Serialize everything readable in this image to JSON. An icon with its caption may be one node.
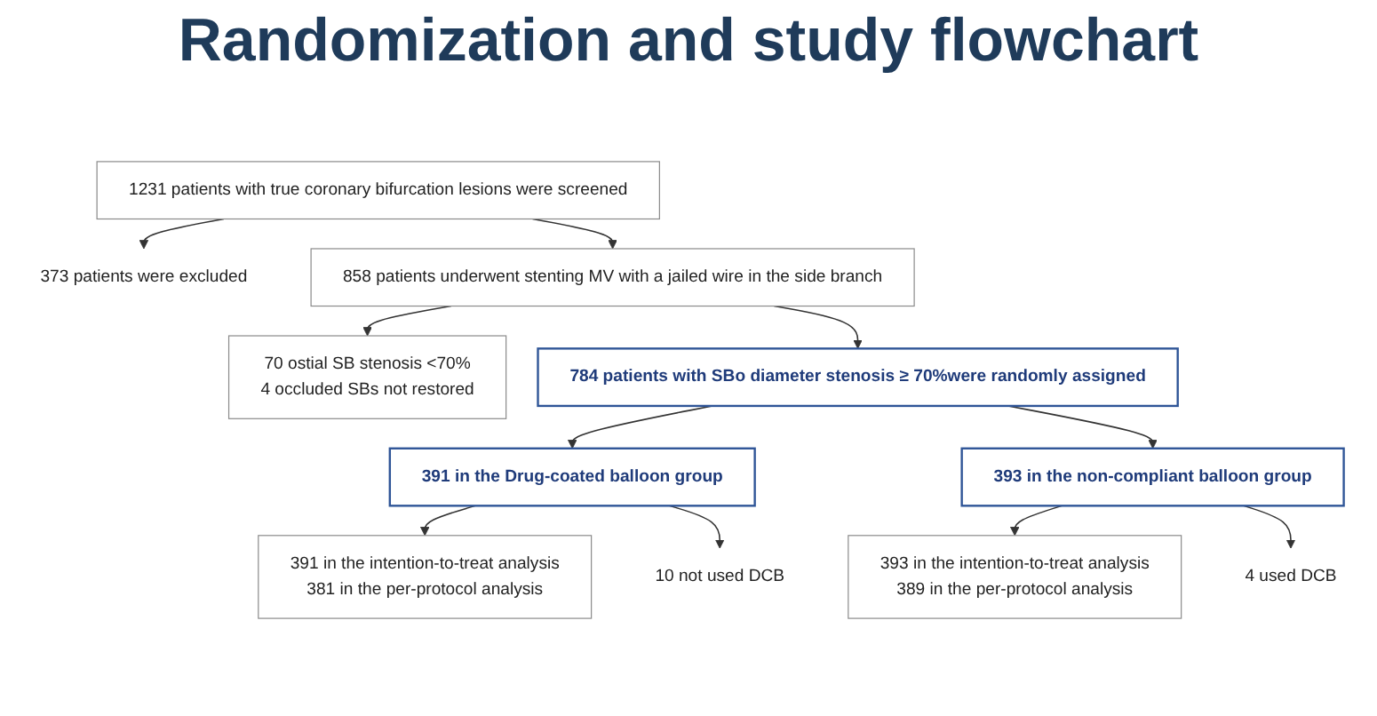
{
  "diagram": {
    "title": "Randomization and study flowchart",
    "nodes": [
      {
        "text": [
          "1231 patients with true coronary bifurcation lesions were screened"
        ]
      },
      {
        "text": [
          "373 patients were excluded"
        ]
      },
      {
        "text": [
          "858 patients underwent stenting MV with a jailed wire in the side branch"
        ]
      },
      {
        "text": [
          "70 ostial SB stenosis <70%",
          "4 occluded SBs not restored"
        ]
      },
      {
        "text": [
          "784 patients with SBo diameter stenosis ≥ 70%were randomly assigned"
        ]
      },
      {
        "text": [
          "391 in the Drug-coated balloon group"
        ]
      },
      {
        "text": [
          "393 in the non-compliant balloon group"
        ]
      },
      {
        "text": [
          "10 not used DCB"
        ]
      },
      {
        "text": [
          "4 used DCB"
        ]
      },
      {
        "text": [
          "391 in the intention-to-treat analysis",
          "381 in the per-protocol analysis"
        ]
      },
      {
        "text": [
          "393 in the intention-to-treat analysis",
          "389 in the per-protocol analysis"
        ]
      }
    ],
    "edges": [
      {
        "from": 0,
        "to": 2,
        "arrow": "to"
      },
      {
        "from": 0,
        "to": 1,
        "arrow": "to"
      },
      {
        "from": 2,
        "to": 4,
        "arrow": "to"
      },
      {
        "from": 2,
        "to": 3,
        "arrow": "to"
      },
      {
        "from": 4,
        "to": 5,
        "arrow": "to"
      },
      {
        "from": 4,
        "to": 6,
        "arrow": "to"
      },
      {
        "from": 5,
        "to": 9,
        "arrow": "to"
      },
      {
        "from": 5,
        "to": 7,
        "arrow": "to"
      },
      {
        "from": 6,
        "to": 10,
        "arrow": "to"
      },
      {
        "from": 6,
        "to": 8,
        "arrow": "to"
      }
    ]
  }
}
